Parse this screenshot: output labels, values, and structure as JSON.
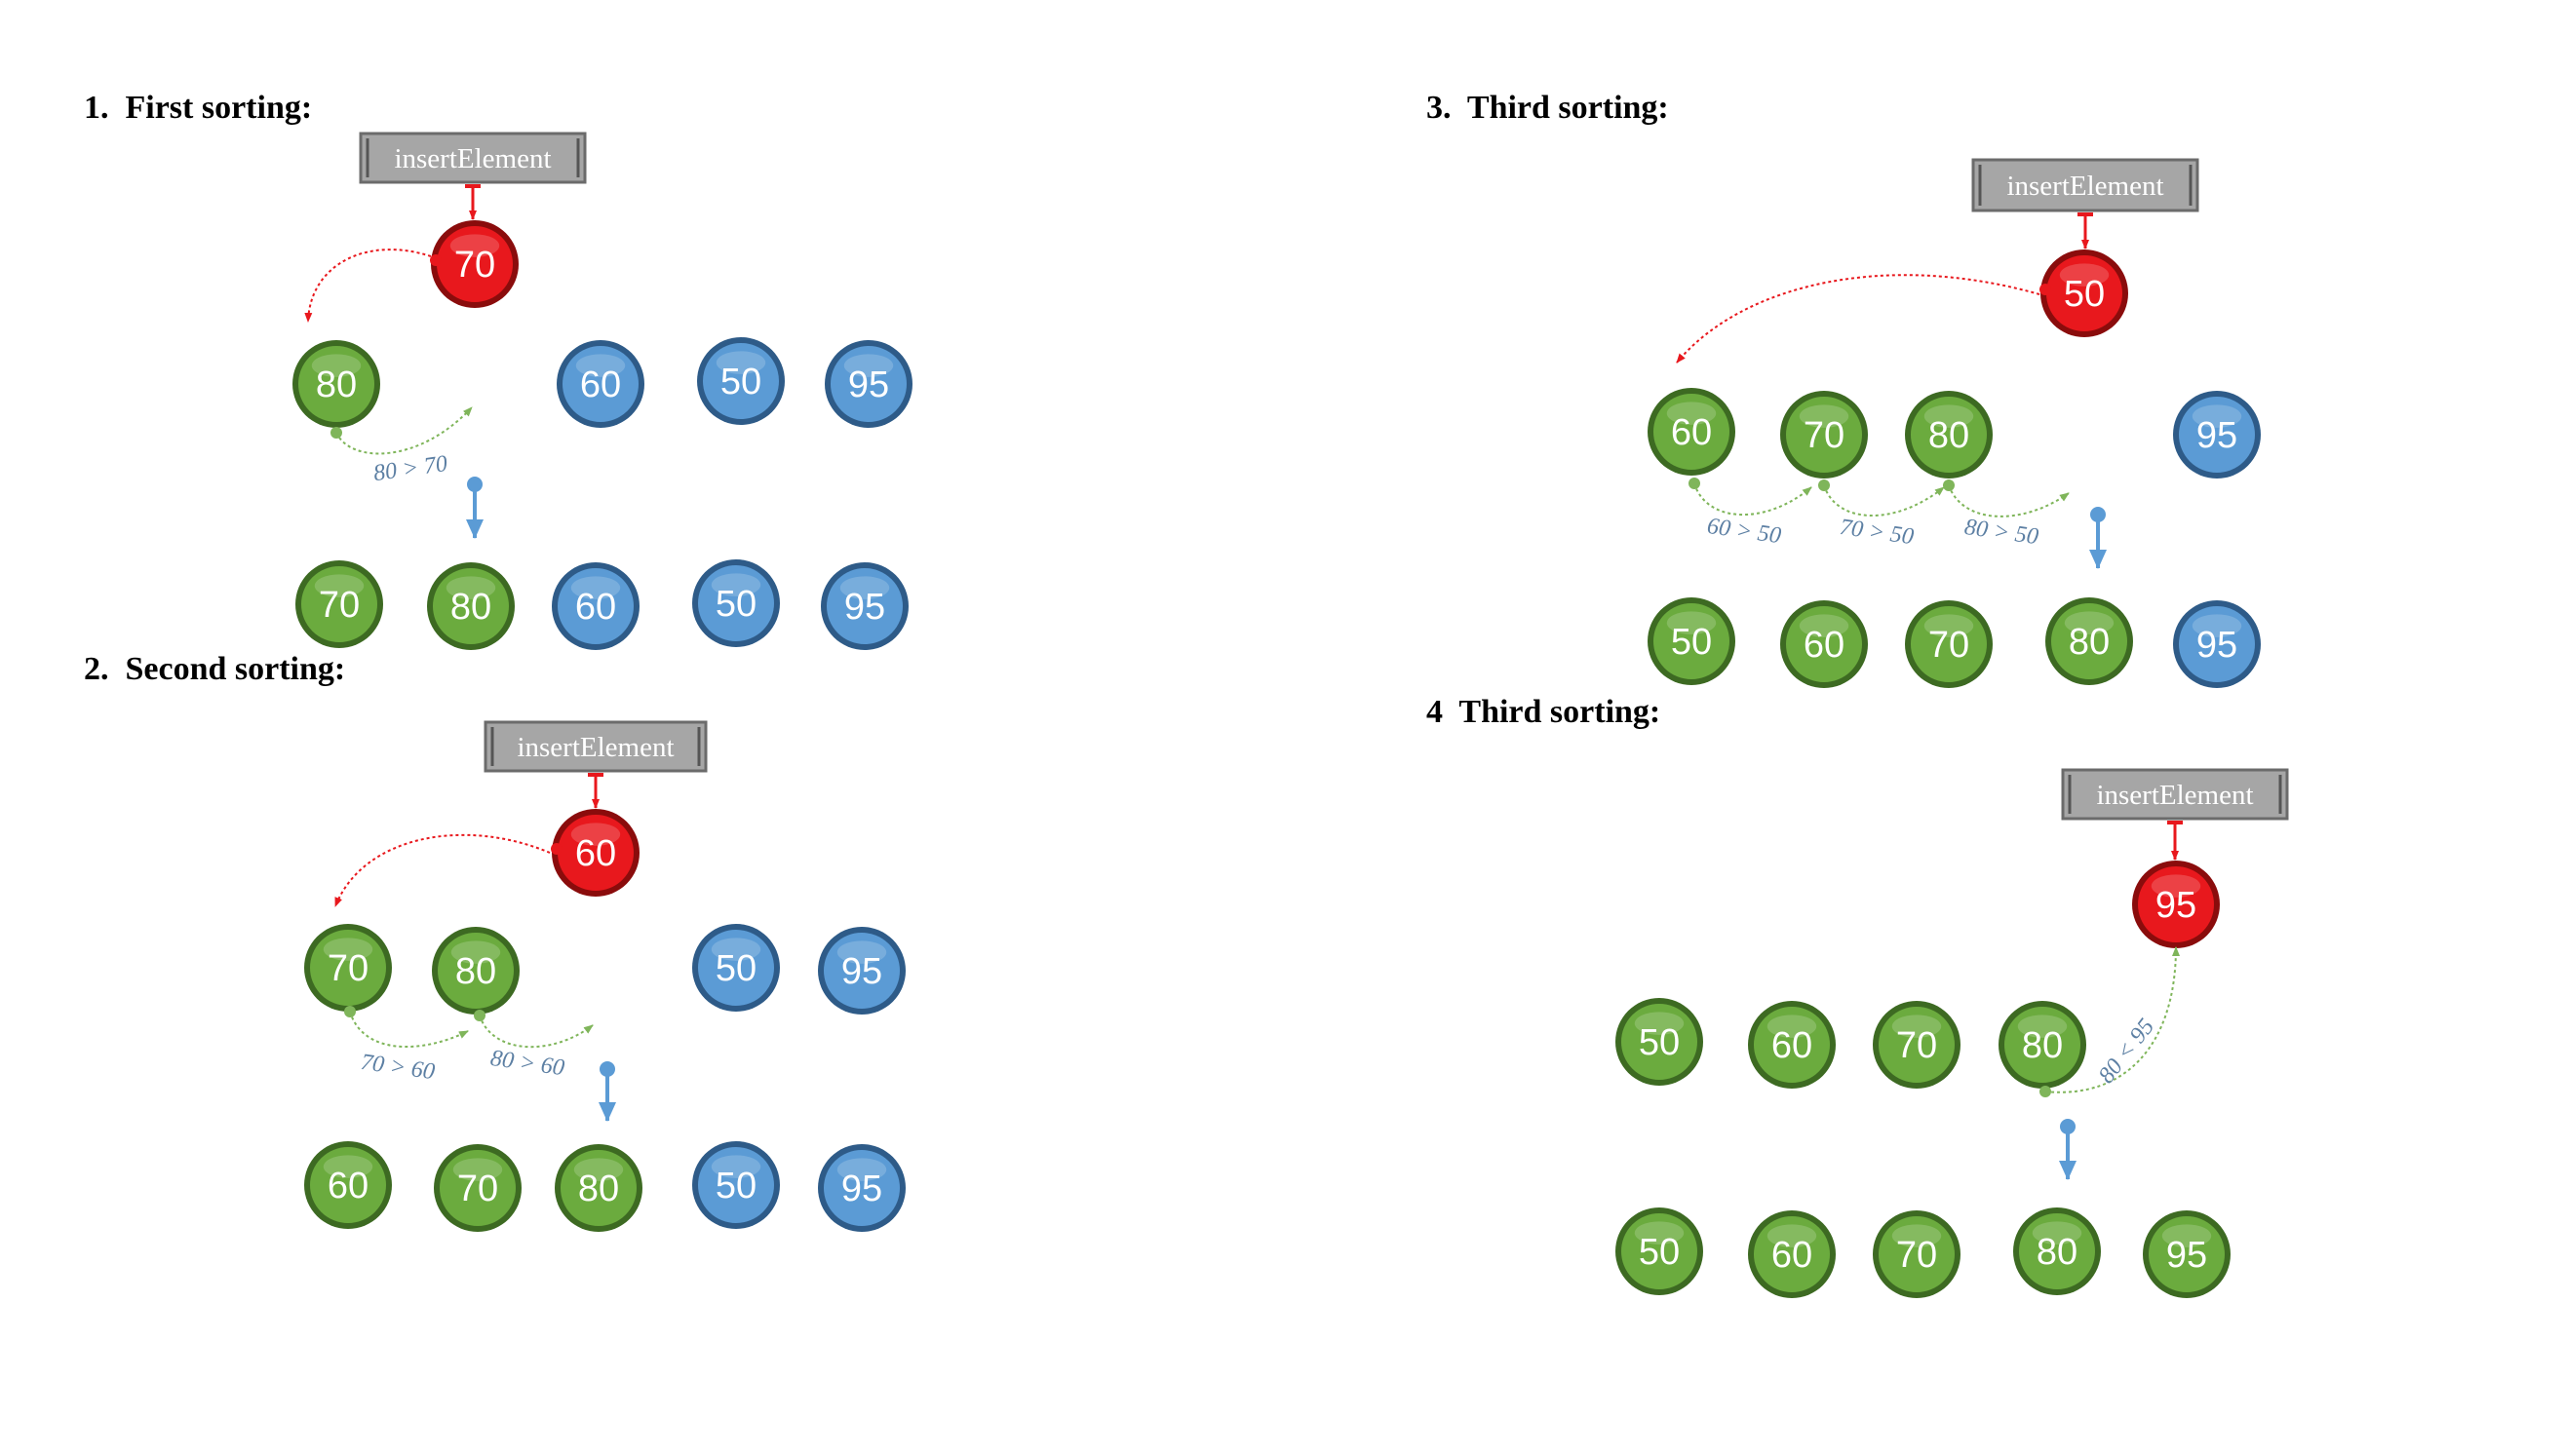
{
  "colors": {
    "green": "#6bab3e",
    "green_dark": "#3d6a22",
    "blue": "#5b9bd5",
    "blue_dark": "#2e5b88",
    "red": "#e8181d",
    "red_dark": "#8a0c0c",
    "box_fill": "#a6a6a6",
    "box_border": "#6b6b6b",
    "blue_arrow": "#5b9bd5",
    "green_arrow": "#7fb55a",
    "red_arrow": "#e8181d",
    "compare_text": "#5c7fa3"
  },
  "panels": [
    {
      "heading_num": "1.",
      "heading_text": "First sorting:",
      "insert_label": "insertElement",
      "insert_value": "70",
      "before": [
        {
          "value": "80",
          "color": "green"
        },
        {
          "value": "",
          "color": "empty"
        },
        {
          "value": "60",
          "color": "blue"
        },
        {
          "value": "50",
          "color": "blue"
        },
        {
          "value": "95",
          "color": "blue"
        }
      ],
      "comparisons": [
        "80 > 70"
      ],
      "after": [
        {
          "value": "70",
          "color": "green"
        },
        {
          "value": "80",
          "color": "green"
        },
        {
          "value": "60",
          "color": "blue"
        },
        {
          "value": "50",
          "color": "blue"
        },
        {
          "value": "95",
          "color": "blue"
        }
      ]
    },
    {
      "heading_num": "2.",
      "heading_text": "Second sorting:",
      "insert_label": "insertElement",
      "insert_value": "60",
      "before": [
        {
          "value": "70",
          "color": "green"
        },
        {
          "value": "80",
          "color": "green"
        },
        {
          "value": "",
          "color": "empty"
        },
        {
          "value": "50",
          "color": "blue"
        },
        {
          "value": "95",
          "color": "blue"
        }
      ],
      "comparisons": [
        "70 > 60",
        "80 > 60"
      ],
      "after": [
        {
          "value": "60",
          "color": "green"
        },
        {
          "value": "70",
          "color": "green"
        },
        {
          "value": "80",
          "color": "green"
        },
        {
          "value": "50",
          "color": "blue"
        },
        {
          "value": "95",
          "color": "blue"
        }
      ]
    },
    {
      "heading_num": "3.",
      "heading_text": "Third sorting:",
      "insert_label": "insertElement",
      "insert_value": "50",
      "before": [
        {
          "value": "60",
          "color": "green"
        },
        {
          "value": "70",
          "color": "green"
        },
        {
          "value": "80",
          "color": "green"
        },
        {
          "value": "",
          "color": "empty"
        },
        {
          "value": "95",
          "color": "blue"
        }
      ],
      "comparisons": [
        "60 > 50",
        "70 > 50",
        "80 > 50"
      ],
      "after": [
        {
          "value": "50",
          "color": "green"
        },
        {
          "value": "60",
          "color": "green"
        },
        {
          "value": "70",
          "color": "green"
        },
        {
          "value": "80",
          "color": "green"
        },
        {
          "value": "95",
          "color": "blue"
        }
      ]
    },
    {
      "heading_num": "4",
      "heading_text": "Third sorting:",
      "insert_label": "insertElement",
      "insert_value": "95",
      "before": [
        {
          "value": "50",
          "color": "green"
        },
        {
          "value": "60",
          "color": "green"
        },
        {
          "value": "70",
          "color": "green"
        },
        {
          "value": "80",
          "color": "green"
        },
        {
          "value": "",
          "color": "empty"
        }
      ],
      "comparisons": [
        "80 < 95"
      ],
      "after": [
        {
          "value": "50",
          "color": "green"
        },
        {
          "value": "60",
          "color": "green"
        },
        {
          "value": "70",
          "color": "green"
        },
        {
          "value": "80",
          "color": "green"
        },
        {
          "value": "95",
          "color": "green"
        }
      ]
    }
  ]
}
